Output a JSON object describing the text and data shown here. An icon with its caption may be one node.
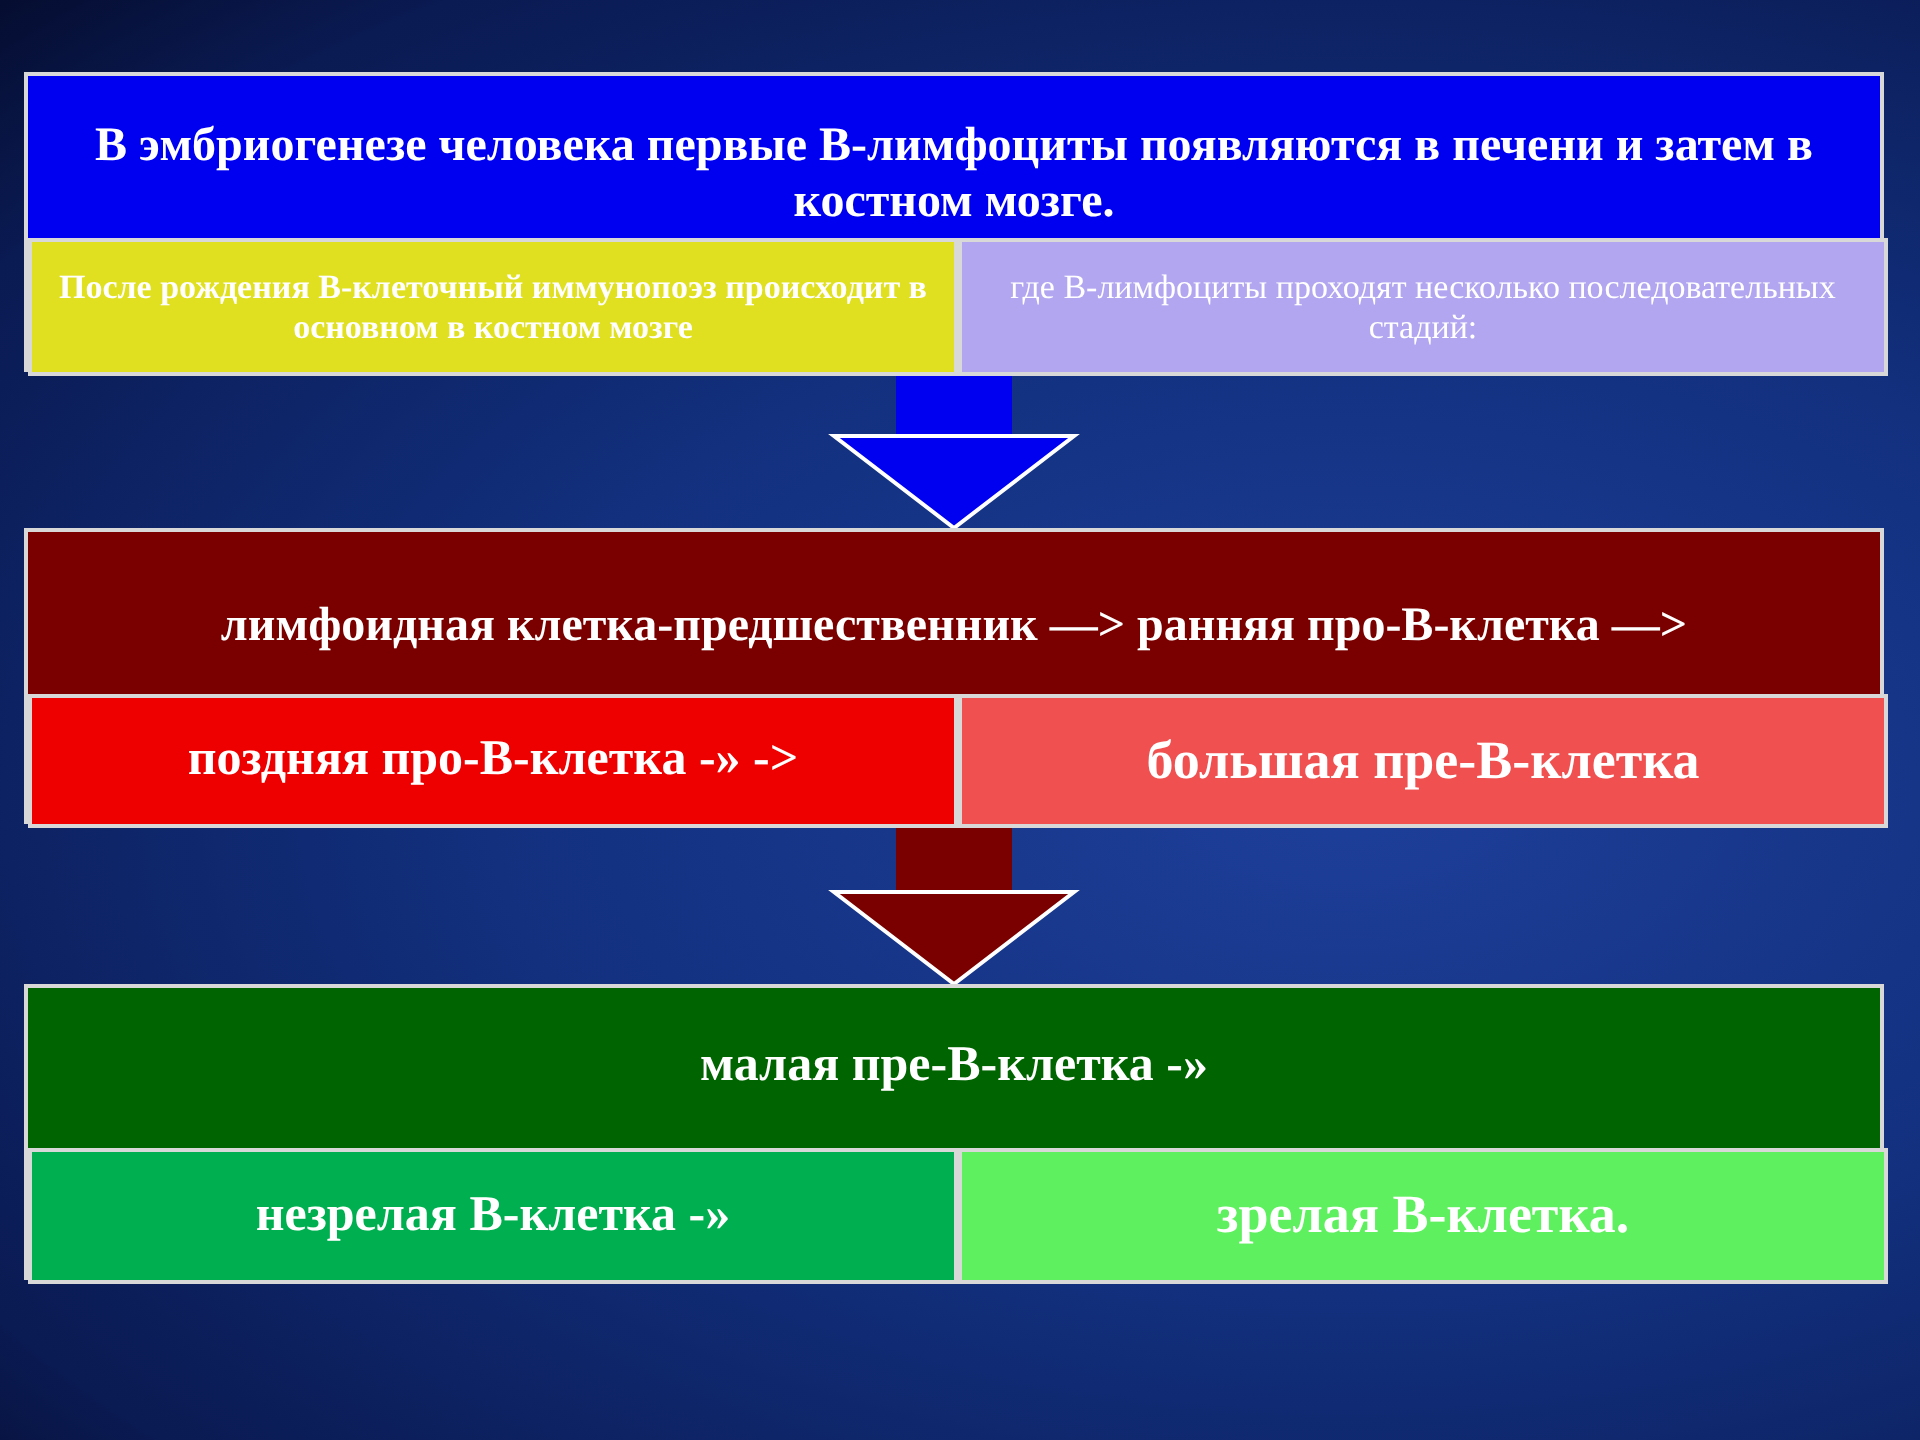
{
  "diagram": {
    "nodes": [
      {
        "text": [
          "В эмбриогенезе человека первые В-лимфоциты появляются в печени и затем в костном мозге."
        ]
      },
      {
        "text": [
          "После рождения В-клеточный иммунопоэз происходит в основном в костном мозге"
        ],
        "in": 0
      },
      {
        "text": [
          "где В-лимфоциты проходят несколько последовательных стадий:"
        ],
        "in": 0
      },
      {
        "text": [
          "лимфоидная клетка-предшественник —> ранняя про-В-клетка —>"
        ]
      },
      {
        "text": [
          "поздняя про-В-клетка -» ->"
        ],
        "in": 3
      },
      {
        "text": [
          "большая пре-В-клетка"
        ],
        "in": 3
      },
      {
        "text": [
          "малая пре-В-клетка -»"
        ]
      },
      {
        "text": [
          "незрелая В-клетка -»"
        ],
        "in": 6
      },
      {
        "text": [
          "зрелая В-клетка."
        ],
        "in": 6
      }
    ],
    "edges": [
      {
        "from": 0,
        "to": 3,
        "arrow": "to",
        "color": "#0000f0"
      },
      {
        "from": 3,
        "to": 6,
        "arrow": "to",
        "color": "#7a0000"
      }
    ]
  }
}
